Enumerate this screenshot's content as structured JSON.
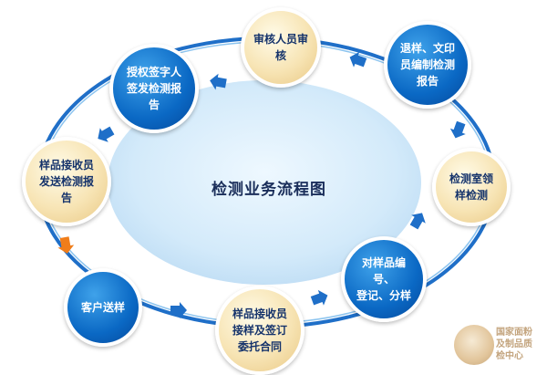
{
  "diagram": {
    "center_title": "检测业务流程图",
    "nodes": [
      {
        "id": "n1",
        "style": "blue",
        "lines": [
          "客户送样"
        ]
      },
      {
        "id": "n2",
        "style": "cream",
        "lines": [
          "样品接收员",
          "接样及签订",
          "委托合同"
        ]
      },
      {
        "id": "n3",
        "style": "blue",
        "lines": [
          "对样品编号、",
          "登记、分样"
        ]
      },
      {
        "id": "n4",
        "style": "cream",
        "lines": [
          "检测室领",
          "样检测"
        ]
      },
      {
        "id": "n5",
        "style": "blue",
        "lines": [
          "退样、文印",
          "员编制检测",
          "报告"
        ]
      },
      {
        "id": "n6",
        "style": "cream",
        "lines": [
          "审核人员审核"
        ]
      },
      {
        "id": "n7",
        "style": "blue",
        "lines": [
          "授权签字人",
          "签发检测报告"
        ]
      },
      {
        "id": "n8",
        "style": "cream",
        "lines": [
          "样品接收员",
          "发送检测报告"
        ]
      }
    ],
    "colors": {
      "ring": "#1f6fc8",
      "arrow": "#1f6fc8",
      "arrow_highlight": "#f07d1a",
      "ellipse_fill": "#d6ecfb"
    }
  },
  "watermark": {
    "lines": [
      "国家面粉",
      "及制品质",
      "检中心"
    ]
  }
}
